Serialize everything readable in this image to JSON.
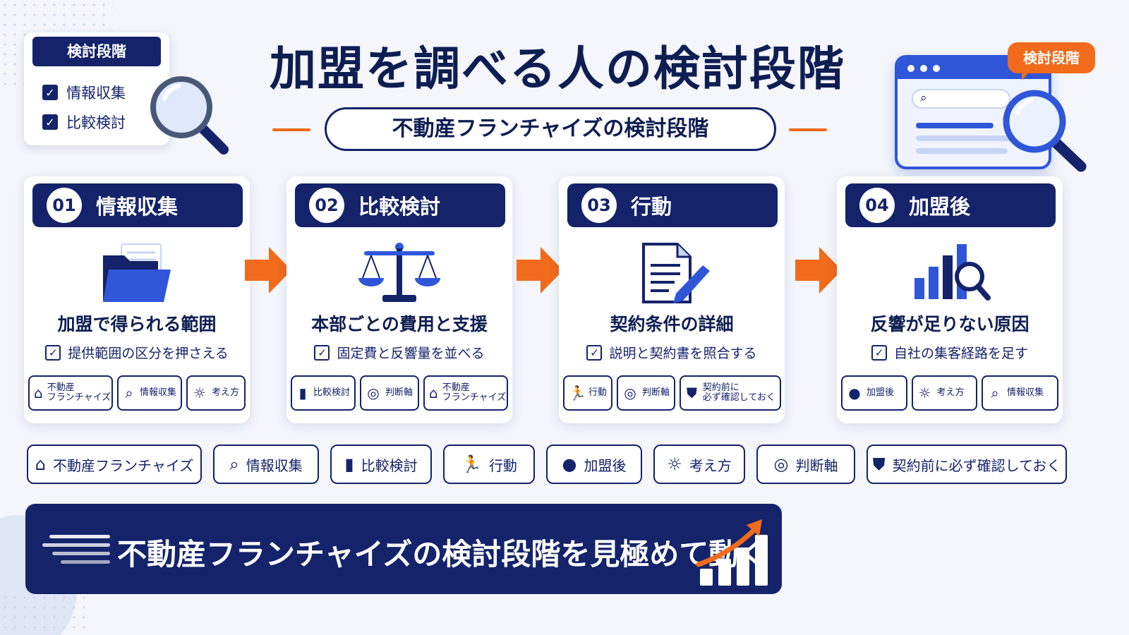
{
  "title": "加盟を調べる人の検討段階",
  "subtitle": "不動産フランチャイズの検討段階",
  "note_card": {
    "header": "検討段階",
    "items": [
      "情報収集",
      "比較検討"
    ]
  },
  "corner_badge": "検討段階",
  "steps": [
    {
      "num": "01",
      "title": "情報収集",
      "icon": "folder-icon",
      "main": "加盟で得られる範囲",
      "check": "提供範囲の区分を押さえる",
      "chips": [
        {
          "icon": "house-icon",
          "line1": "不動産",
          "line2": "フランチャイズ"
        },
        {
          "icon": "search-icon",
          "line1": "情報収集",
          "line2": ""
        },
        {
          "icon": "bulb-icon",
          "line1": "考え方",
          "line2": ""
        }
      ]
    },
    {
      "num": "02",
      "title": "比較検討",
      "icon": "scale-icon",
      "main": "本部ごとの費用と支援",
      "check": "固定費と反響量を並べる",
      "chips": [
        {
          "icon": "bar-chart-icon",
          "line1": "比較検討",
          "line2": ""
        },
        {
          "icon": "target-icon",
          "line1": "判断軸",
          "line2": ""
        },
        {
          "icon": "house-icon",
          "line1": "不動産",
          "line2": "フランチャイズ"
        }
      ]
    },
    {
      "num": "03",
      "title": "行動",
      "icon": "document-pen-icon",
      "main": "契約条件の詳細",
      "check": "説明と契約書を照合する",
      "chips": [
        {
          "icon": "runner-icon",
          "line1": "行動",
          "line2": ""
        },
        {
          "icon": "target-icon",
          "line1": "判断軸",
          "line2": ""
        },
        {
          "icon": "shield-icon",
          "line1": "契約前に",
          "line2": "必ず確認しておく"
        }
      ]
    },
    {
      "num": "04",
      "title": "加盟後",
      "icon": "chart-search-icon",
      "main": "反響が足りない原因",
      "check": "自社の集客経路を足す",
      "chips": [
        {
          "icon": "person-icon",
          "line1": "加盟後",
          "line2": ""
        },
        {
          "icon": "bulb-icon",
          "line1": "考え方",
          "line2": ""
        },
        {
          "icon": "search-icon",
          "line1": "情報収集",
          "line2": ""
        }
      ]
    }
  ],
  "tags": [
    {
      "icon": "house-icon",
      "label": "不動産フランチャイズ"
    },
    {
      "icon": "search-icon",
      "label": "情報収集"
    },
    {
      "icon": "bar-chart-icon",
      "label": "比較検討"
    },
    {
      "icon": "runner-icon",
      "label": "行動"
    },
    {
      "icon": "person-icon",
      "label": "加盟後"
    },
    {
      "icon": "bulb-icon",
      "label": "考え方"
    },
    {
      "icon": "target-icon",
      "label": "判断軸"
    },
    {
      "icon": "shield-icon",
      "label": "契約前に必ず確認しておく"
    }
  ],
  "banner": "不動産フランチャイズの検討段階を見極めて動く",
  "colors": {
    "navy": "#14236a",
    "orange": "#f26a1b",
    "blue": "#2f56d9"
  }
}
